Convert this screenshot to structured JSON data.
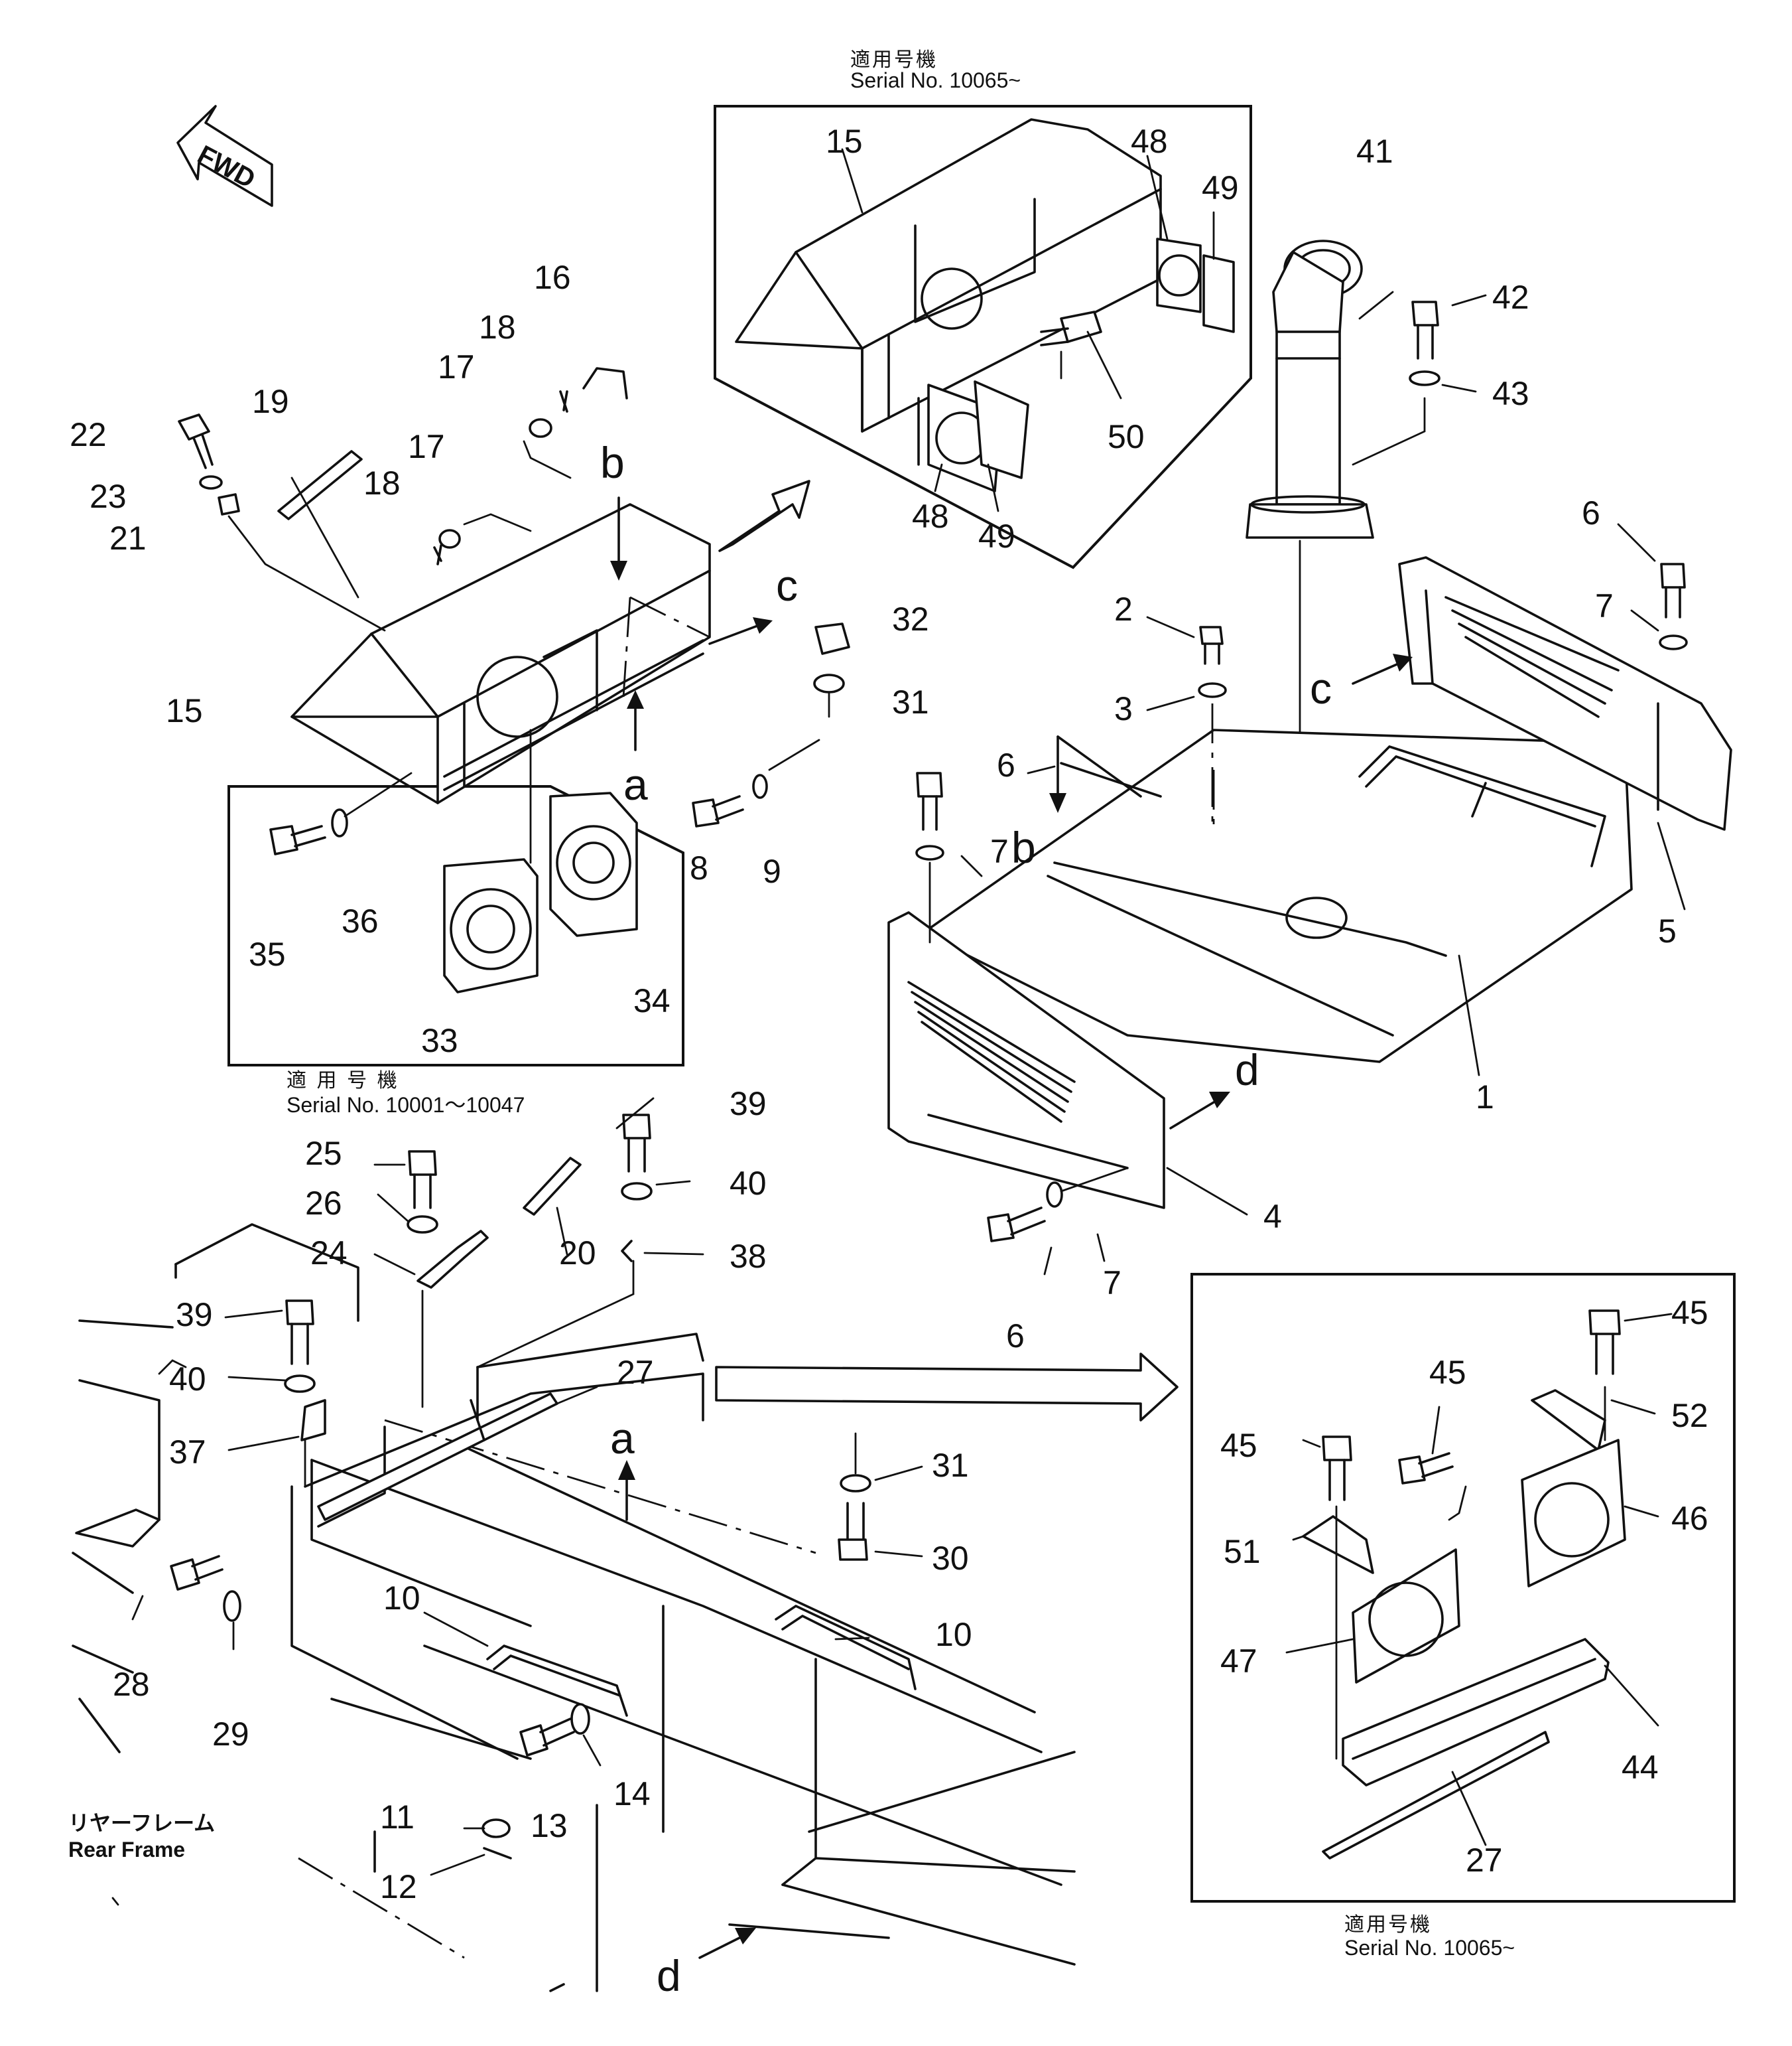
{
  "serial_notes": {
    "top": {
      "jp": "適用号機",
      "en": "Serial  No.  10065~"
    },
    "middle": {
      "jp": "適 用 号 機",
      "en": "Serial  No.  10001～10047"
    },
    "bottom": {
      "jp": "適用号機",
      "en": "Serial  No.  10065~"
    }
  },
  "direction_badge": "FWD",
  "rear_frame": {
    "jp": "リヤーフレーム",
    "en": "Rear  Frame"
  },
  "view_letters": {
    "b_upper": "b",
    "c_upper": "c",
    "a_upper": "a",
    "c_right": "c",
    "b_right": "b",
    "d_right": "d",
    "a_lower": "a",
    "d_lower": "d"
  },
  "part_numbers": {
    "p1": "1",
    "p2": "2",
    "p3": "3",
    "p4": "4",
    "p5": "5",
    "p6a": "6",
    "p6b": "6",
    "p6c": "6",
    "p7a": "7",
    "p7b": "7",
    "p7c": "7",
    "p8": "8",
    "p9": "9",
    "p10a": "10",
    "p10b": "10",
    "p11": "11",
    "p12": "12",
    "p13": "13",
    "p14": "14",
    "p15a": "15",
    "p15b": "15",
    "p16": "16",
    "p17a": "17",
    "p17b": "17",
    "p18a": "18",
    "p18b": "18",
    "p19": "19",
    "p20": "20",
    "p21": "21",
    "p22": "22",
    "p23": "23",
    "p24": "24",
    "p25": "25",
    "p26": "26",
    "p27a": "27",
    "p27b": "27",
    "p28": "28",
    "p29": "29",
    "p30": "30",
    "p31a": "31",
    "p31b": "31",
    "p32": "32",
    "p33": "33",
    "p34": "34",
    "p35": "35",
    "p36": "36",
    "p37": "37",
    "p38": "38",
    "p39a": "39",
    "p39b": "39",
    "p40a": "40",
    "p40b": "40",
    "p41": "41",
    "p42": "42",
    "p43": "43",
    "p44": "44",
    "p45a": "45",
    "p45b": "45",
    "p45c": "45",
    "p46": "46",
    "p47": "47",
    "p48a": "48",
    "p48b": "48",
    "p49a": "49",
    "p49b": "49",
    "p50": "50",
    "p51": "51",
    "p52": "52"
  }
}
